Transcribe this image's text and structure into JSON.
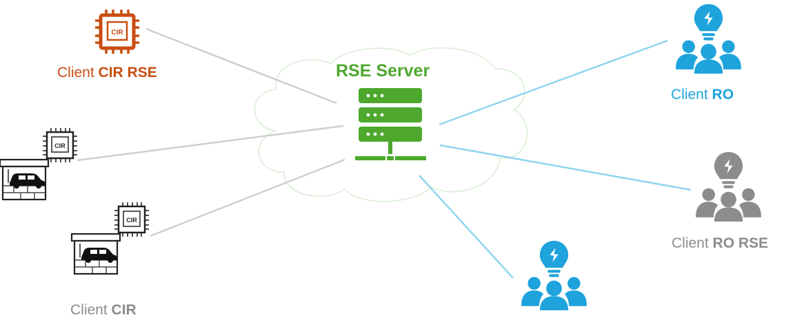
{
  "colors": {
    "green": "#4ea82e",
    "orange": "#c84e10",
    "blue": "#1ea3dc",
    "gray": "#8c8c8c",
    "link_gray": "#cfcfcf",
    "link_blue": "#8fd4ef",
    "cloud": "#d9eed5"
  },
  "server": {
    "title": "RSE Server",
    "icon": "server-rack-icon"
  },
  "clients": {
    "cir_rse": {
      "prefix": "Client",
      "name": "CIR RSE",
      "chip_text": "CIR",
      "icon": "microchip-icon"
    },
    "cir": {
      "prefix": "Client",
      "name": "CIR",
      "chip_text": "CIR",
      "icon": "garage-car-icon"
    },
    "ro": {
      "prefix": "Client",
      "name": "RO",
      "icon": "people-lightbulb-icon"
    },
    "ro_rse": {
      "prefix": "Client",
      "name": "RO RSE",
      "icon": "people-lightbulb-icon"
    },
    "ro_extra": {
      "icon": "people-lightbulb-icon"
    }
  }
}
